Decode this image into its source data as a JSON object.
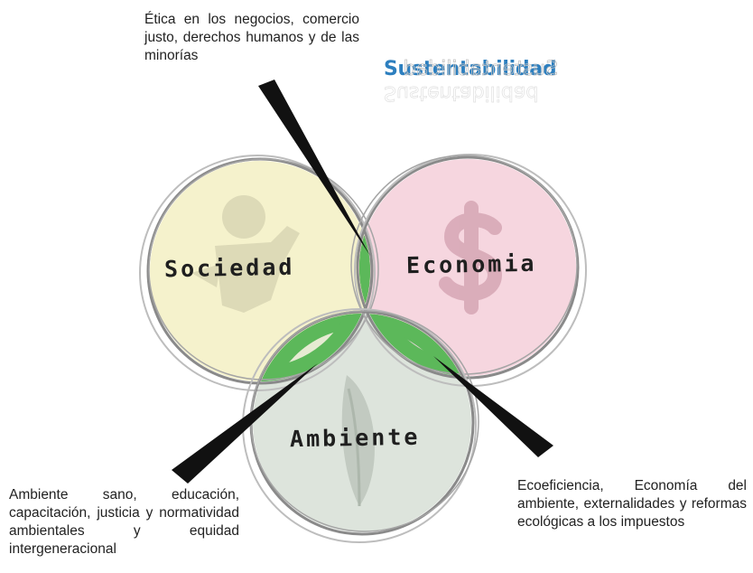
{
  "title": "Sustentabilidad",
  "circles": {
    "society": "Sociedad",
    "economy": "Economia",
    "environment": "Ambiente"
  },
  "captions": {
    "top": "Ética en los negocios, comercio justo, derechos humanos y de las minorías",
    "bottom_left": "Ambiente sano, educación, capacitación, justicia y normatividad ambientales y equidad intergeneracional",
    "bottom_right": "Ecoeficiencia, Economía del ambiente, externalidades y reformas ecológicas a los impuestos"
  },
  "colors": {
    "title": "#2d7fbf",
    "society_fill": "#f5f2cc",
    "economy_fill": "#f6d6df",
    "environment_fill": "#dde4dc",
    "overlap_green": "#5cb85a",
    "outline_gray": "#8a8a8a",
    "pointer": "#111111"
  },
  "icons": [
    "person-icon",
    "dollar-icon",
    "leaf-icon"
  ]
}
